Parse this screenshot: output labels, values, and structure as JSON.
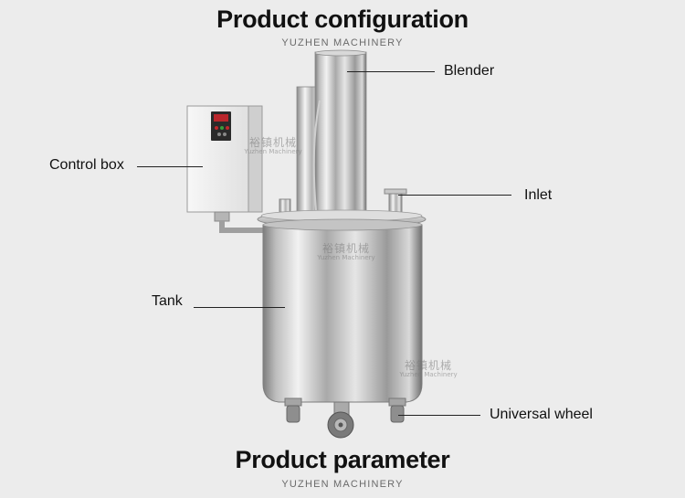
{
  "header": {
    "title": "Product configuration",
    "subtitle": "YUZHEN MACHINERY"
  },
  "footer": {
    "title": "Product parameter",
    "subtitle": "YUZHEN MACHINERY"
  },
  "callouts": {
    "blender": "Blender",
    "control_box": "Control box",
    "inlet": "Inlet",
    "tank": "Tank",
    "universal_wheel": "Universal wheel"
  },
  "watermark": {
    "chinese": "裕镇机械",
    "english": "Yuzhen Machinery"
  },
  "colors": {
    "background": "#ececec",
    "steel": "#c9c9c9",
    "panel_accent": "#c0272d"
  }
}
